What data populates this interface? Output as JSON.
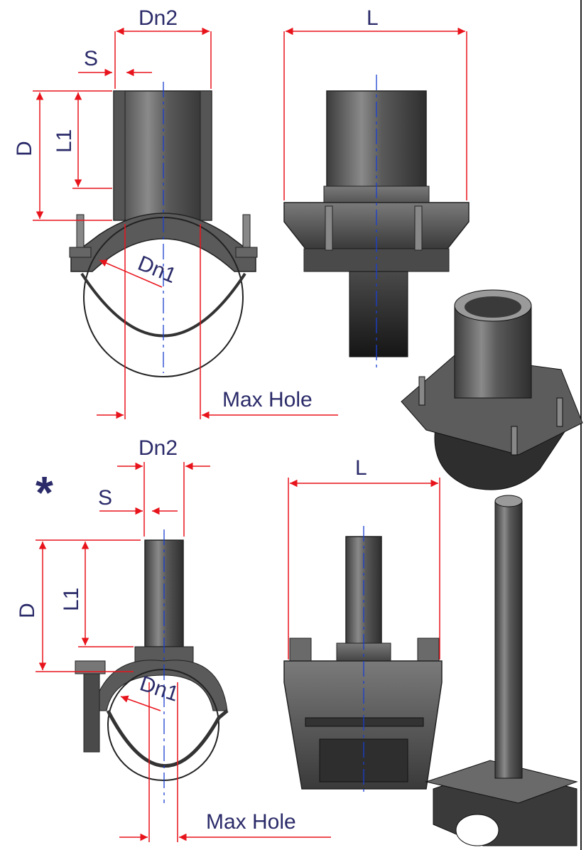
{
  "top": {
    "labels": {
      "dn2": "Dn2",
      "s": "S",
      "d": "D",
      "l1": "L1",
      "dn1": "Dn1",
      "l": "L",
      "max_hole": "Max Hole"
    }
  },
  "bottom": {
    "marker": "*",
    "labels": {
      "dn2": "Dn2",
      "s": "S",
      "d": "D",
      "l1": "L1",
      "dn1": "Dn1",
      "l": "L",
      "max_hole": "Max Hole"
    }
  },
  "colors": {
    "dimension_red": "#e8141c",
    "centerline_blue": "#1a3fd0",
    "label_text": "#2b2b6a",
    "part_dark": "#3a3a3a",
    "part_mid": "#6b6b6b",
    "part_light": "#9a9a9a"
  }
}
